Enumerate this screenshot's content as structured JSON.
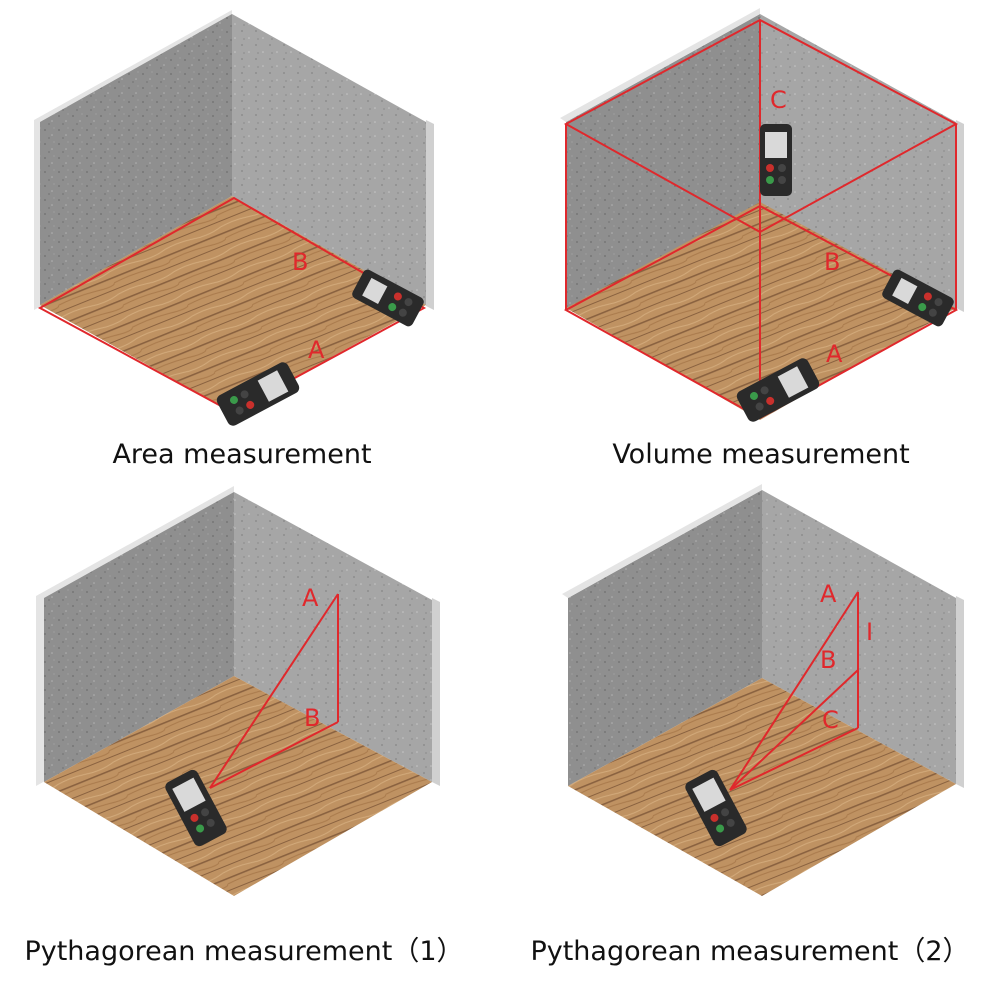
{
  "colors": {
    "laser": "#e0282c",
    "wall_left": "#8b8b8b",
    "wall_right": "#a3a3a3",
    "wall_edge": "#c9c9c9",
    "wood": "#b7895b",
    "device_body": "#2a2a2a",
    "device_accent": "#c9302c"
  },
  "panels": [
    {
      "caption": "Area measurement",
      "labels": [
        "B",
        "A"
      ],
      "device_icon": "laser-distance-meter-icon"
    },
    {
      "caption": "Volume measurement",
      "labels": [
        "C",
        "B",
        "A"
      ],
      "device_icon": "laser-distance-meter-icon"
    },
    {
      "caption": "Pythagorean measurement（1）",
      "labels": [
        "A",
        "B"
      ],
      "device_icon": "laser-distance-meter-icon"
    },
    {
      "caption": "Pythagorean measurement（2）",
      "labels": [
        "A",
        "I",
        "B",
        "C"
      ],
      "device_icon": "laser-distance-meter-icon"
    }
  ]
}
